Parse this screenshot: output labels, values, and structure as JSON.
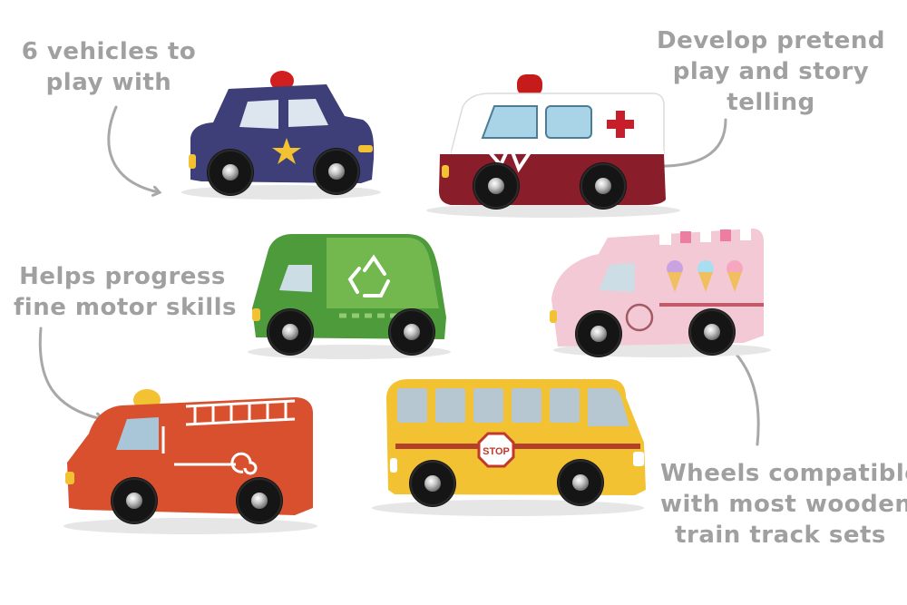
{
  "callouts": {
    "vehicles": [
      "6 vehicles to",
      "play with"
    ],
    "pretend": [
      "Develop pretend",
      "play and story",
      "telling"
    ],
    "motor": [
      "Helps progress",
      "fine motor skills"
    ],
    "wheels": [
      "Wheels compatible",
      "with most wooden",
      "train track sets"
    ]
  },
  "vehicles": {
    "bus_sign": "STOP"
  },
  "colors": {
    "callout_text": "#a0a0a0",
    "police": "#3e3f78",
    "ambulance_red": "#8a1d2a",
    "garbage_green": "#4d9b3a",
    "icecream_pink": "#f3c9d6",
    "fire_red": "#d9502e",
    "bus_yellow": "#f2c232"
  }
}
